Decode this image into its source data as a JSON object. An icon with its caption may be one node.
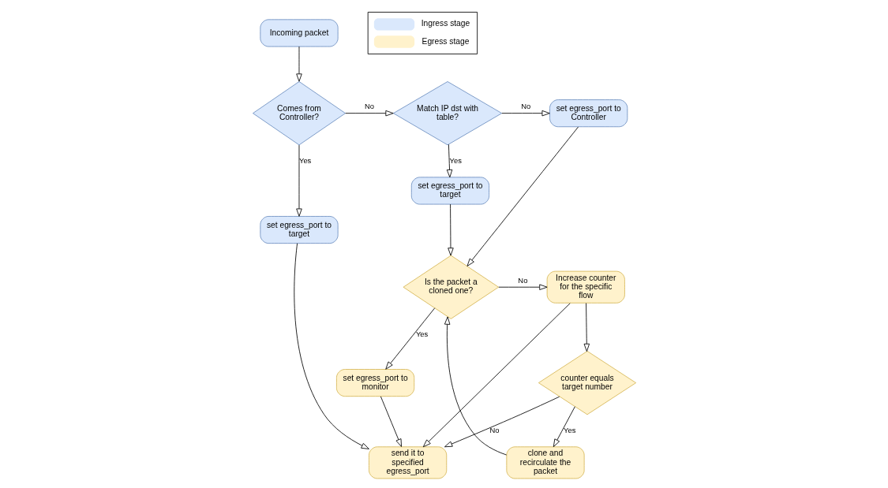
{
  "diagram": {
    "nodes": [
      {
        "text": [
          "Incoming packet"
        ]
      },
      {
        "text": [
          "Comes from Controller?"
        ]
      },
      {
        "text": [
          "Match IP dst with table?"
        ]
      },
      {
        "text": [
          "set egress_port to Controller"
        ]
      },
      {
        "text": [
          "set egress_port to target"
        ]
      },
      {
        "text": [
          "set egress_port to target"
        ]
      },
      {
        "text": [
          "Is the packet a cloned one?"
        ]
      },
      {
        "text": [
          "Increase counter for the specific flow"
        ]
      },
      {
        "text": [
          "counter equals target number"
        ]
      },
      {
        "text": [
          "clone and recirculate the packet"
        ]
      },
      {
        "text": [
          "set egress_port to monitor"
        ]
      },
      {
        "text": [
          "send it to specified egress_port"
        ]
      }
    ],
    "edges": [
      {
        "from": 0,
        "to": 1,
        "arrow": "to"
      },
      {
        "from": 1,
        "to": 2,
        "label": "No",
        "arrow": "to"
      },
      {
        "from": 1,
        "to": 4,
        "label": "Yes",
        "arrow": "to"
      },
      {
        "from": 2,
        "to": 3,
        "label": "No",
        "arrow": "to"
      },
      {
        "from": 2,
        "to": 5,
        "label": "Yes",
        "arrow": "to"
      },
      {
        "from": 3,
        "to": 6,
        "arrow": "to"
      },
      {
        "from": 5,
        "to": 6,
        "arrow": "to"
      },
      {
        "from": 9,
        "to": 6,
        "arrow": "to"
      },
      {
        "from": 6,
        "to": 7,
        "label": "No",
        "arrow": "to"
      },
      {
        "from": 6,
        "to": 10,
        "label": "Yes",
        "arrow": "to"
      },
      {
        "from": 7,
        "to": 8,
        "arrow": "to"
      },
      {
        "from": 8,
        "to": 9,
        "label": "Yes",
        "arrow": "to"
      },
      {
        "from": 8,
        "to": 11,
        "label": "No",
        "arrow": "to"
      },
      {
        "from": 7,
        "to": 11,
        "arrow": "to"
      },
      {
        "from": 10,
        "to": 11,
        "arrow": "to"
      },
      {
        "from": 4,
        "to": 11,
        "arrow": "to"
      }
    ],
    "legend": [
      {
        "text": "Ingress stage",
        "color": "#dae8fc"
      },
      {
        "text": "Egress stage",
        "color": "#fff2cc"
      }
    ]
  }
}
